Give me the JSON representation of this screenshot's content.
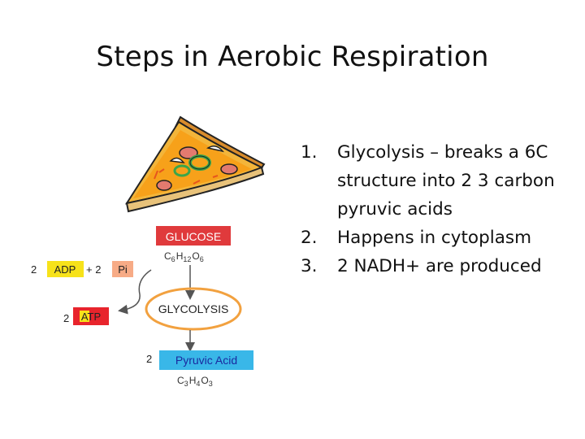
{
  "slide": {
    "title": "Steps in Aerobic Respiration"
  },
  "steps": [
    {
      "number": "1.",
      "text": "Glycolysis – breaks a 6C structure into 2 3 carbon pyruvic acids"
    },
    {
      "number": "2.",
      "text": "Happens in cytoplasm"
    },
    {
      "number": "3.",
      "text": "2 NADH+ are produced"
    }
  ],
  "diagram": {
    "glucose_label": "GLUCOSE",
    "glucose_formula": {
      "c": "C",
      "c_sub": "6",
      "h": "H",
      "h_sub": "12",
      "o": "O",
      "o_sub": "6"
    },
    "adp_coef": "2",
    "adp_label": "ADP",
    "plus": "+ 2",
    "pi_label": "Pi",
    "atp_coef": "2",
    "atp_label": "ATP",
    "process_label": "GLYCOLYSIS",
    "pyruvic_coef": "2",
    "pyruvic_label": "Pyruvic Acid",
    "pyruvic_formula": {
      "c": "C",
      "c_sub": "3",
      "h": "H",
      "h_sub": "4",
      "o": "O",
      "o_sub": "3"
    },
    "colors": {
      "glucose_box": "#e03a3c",
      "adp_box": "#f7e21a",
      "pi_box": "#f7ab86",
      "atp_box": "#e8242c",
      "glycolysis_ring": "#f2a13f",
      "pyruvic_box": "#39b7e8",
      "arrow": "#555555"
    }
  }
}
